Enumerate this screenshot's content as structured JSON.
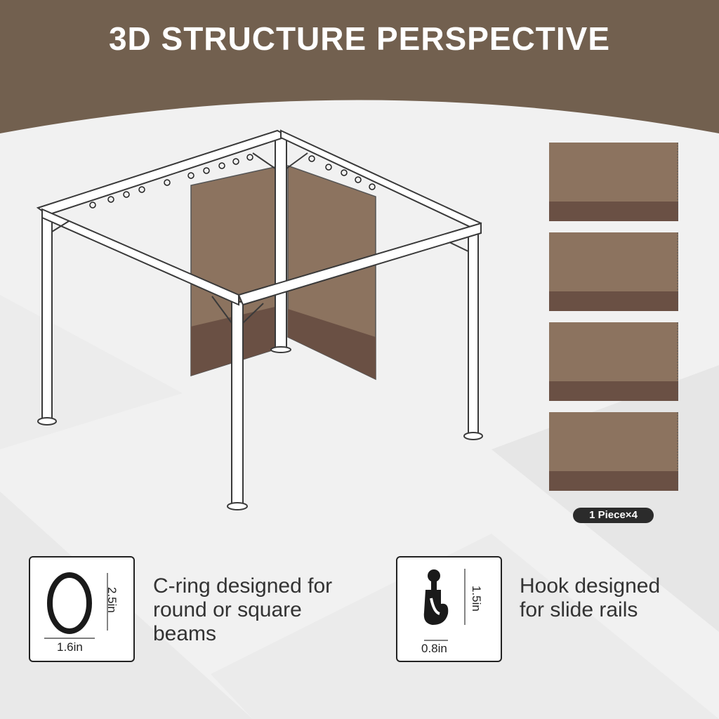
{
  "header": {
    "title": "3D STRUCTURE PERSPECTIVE"
  },
  "colors": {
    "header_brown": "#72604f",
    "panel_tan": "#8c735f",
    "panel_dark": "#6a5044",
    "frame_line": "#3a3a3a",
    "background": "#f2f2f2"
  },
  "panels": {
    "count_label": "1 Piece×4"
  },
  "cring": {
    "height_label": "2.5in",
    "width_label": "1.6in",
    "description_lines": [
      "C-ring designed for",
      "round or square",
      "beams"
    ]
  },
  "hook": {
    "height_label": "1.5in",
    "width_label": "0.8in",
    "description_lines": [
      "Hook designed",
      "for slide rails"
    ]
  }
}
